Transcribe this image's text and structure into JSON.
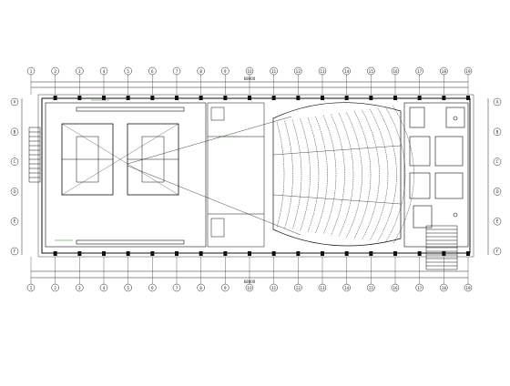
{
  "drawing": {
    "background": "#ffffff",
    "line_color": "#111111",
    "accent_color": "#2a7a2a",
    "grid_top": [
      "1",
      "2",
      "3",
      "4",
      "5",
      "6",
      "7",
      "8",
      "9",
      "10",
      "11",
      "12",
      "13",
      "14",
      "15",
      "16",
      "17",
      "18",
      "19"
    ],
    "grid_left": [
      "A",
      "B",
      "C",
      "D",
      "E",
      "F"
    ],
    "grid_right": [
      "A",
      "B",
      "C",
      "D",
      "E",
      "F"
    ],
    "total_dimension_top": "68000",
    "total_dimension_bottom": "68000"
  }
}
